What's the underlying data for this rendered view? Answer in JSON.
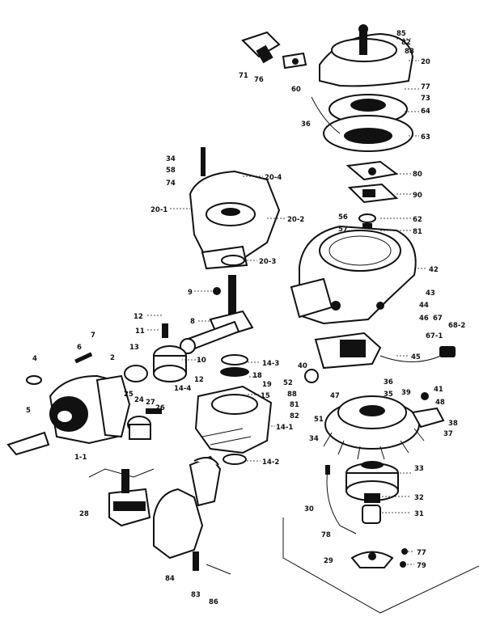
{
  "diagram": {
    "labels": {
      "l85": "85",
      "l82": "82",
      "l88a": "88",
      "l20a": "20",
      "l71": "71",
      "l76": "76",
      "l60": "60",
      "l77a": "77",
      "l73": "73",
      "l64a": "64",
      "l36a": "36",
      "l63": "63",
      "l80": "80",
      "l90": "90",
      "l56": "56",
      "l62": "62",
      "l57": "57",
      "l81": "81",
      "l42": "42",
      "l34a": "34",
      "l58": "58",
      "l74": "74",
      "l20_4": "20-4",
      "l20_1": "20-1",
      "l20_2": "20-2",
      "l20_3": "20-3",
      "l9": "9",
      "l8": "8",
      "l12a": "12",
      "l11": "11",
      "l10": "10",
      "l7": "7",
      "l6": "6",
      "l4": "4",
      "l2": "2",
      "l13": "13",
      "l5": "5",
      "l1_1": "1-1",
      "l25": "25",
      "l24": "24",
      "l27": "27",
      "l26": "26",
      "l14_3": "14-3",
      "l18": "18",
      "l12b": "12",
      "l14_4": "14-4",
      "l19": "19",
      "l15": "15",
      "l14_1": "14-1",
      "l14_2": "14-2",
      "l43": "43",
      "l44": "44",
      "l46": "46",
      "l67": "67",
      "l67_1": "67-1",
      "l68_2": "68-2",
      "l45": "45",
      "l40": "40",
      "l52": "52",
      "l88b": "88",
      "l81b": "81",
      "l82b": "82",
      "l51": "51",
      "l47": "47",
      "l36b": "36",
      "l35": "35",
      "l41": "41",
      "l39": "39",
      "l48": "48",
      "l38": "38",
      "l37": "37",
      "l34b": "34",
      "l33": "33",
      "l32": "32",
      "l31": "31",
      "l30": "30",
      "l78": "78",
      "l29": "29",
      "l28": "28",
      "l77b": "77",
      "l79": "79",
      "l84": "84",
      "l83": "83",
      "l86": "86"
    }
  }
}
